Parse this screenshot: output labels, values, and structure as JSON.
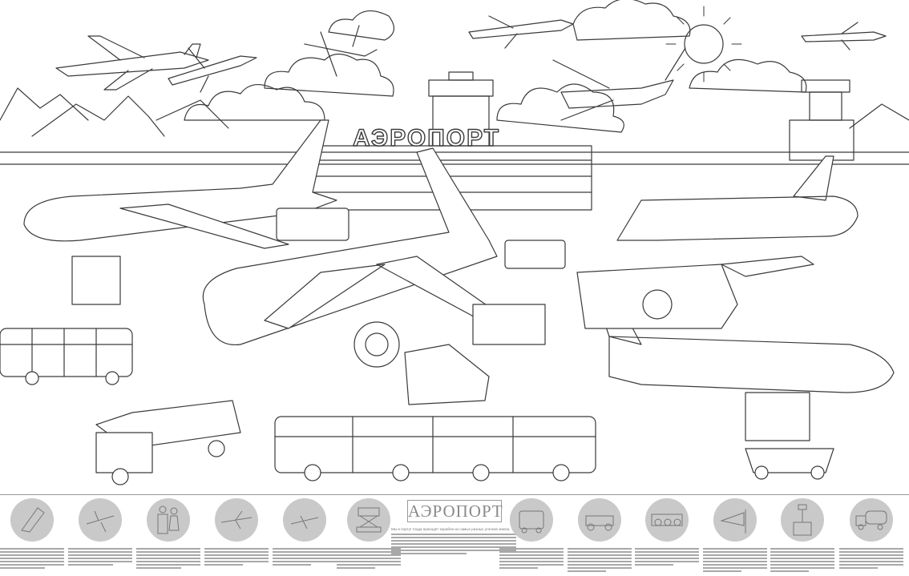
{
  "poster": {
    "sign_text": "АЭРОПОРТ",
    "bottom_title": "АЭРОПОРТ",
    "intro_text": "Мы в порту! Сюда приходят корабли из самых разных уголков земли."
  },
  "icons": [
    "boarding-stairs",
    "airliner-landing",
    "pilot-and-stewardess",
    "passenger-jet",
    "small-plane",
    "scissor-lift-catering-truck",
    "apron-bus",
    "tow-tractor",
    "baggage-cart-train",
    "windsock",
    "control-tower",
    "fuel-tanker"
  ],
  "colors": {
    "line": "#3a3a3a",
    "icon_circle": "#c9c9c9",
    "text_gray": "#a8a8a8"
  }
}
